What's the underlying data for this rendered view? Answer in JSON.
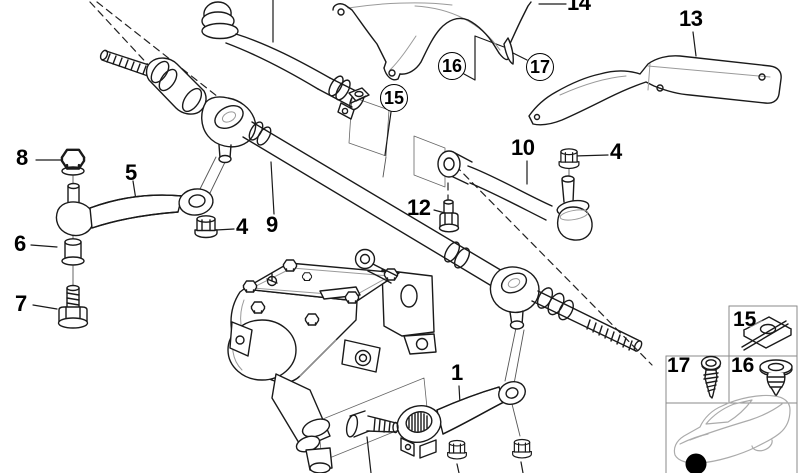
{
  "diagram": {
    "background": "#ffffff",
    "line_color": "#1a1a1a",
    "construction_color": "#666666",
    "shade_color": "#9a9a9a",
    "inset_border_color": "#8a8a8a",
    "car_outline_color": "#ababab",
    "location_marker_color": "#000000"
  },
  "callouts": {
    "plain": {
      "c1": "1",
      "c4_left": "4",
      "c4_right": "4",
      "c5": "5",
      "c6": "6",
      "c7": "7",
      "c8": "8",
      "c9": "9",
      "c10": "10",
      "c12": "12",
      "c13": "13",
      "c14": "14"
    },
    "circled": {
      "c15": "15",
      "c16": "16",
      "c17": "17"
    }
  },
  "inset": {
    "labels": {
      "i15": "15",
      "i16": "16",
      "i17": "17"
    }
  }
}
